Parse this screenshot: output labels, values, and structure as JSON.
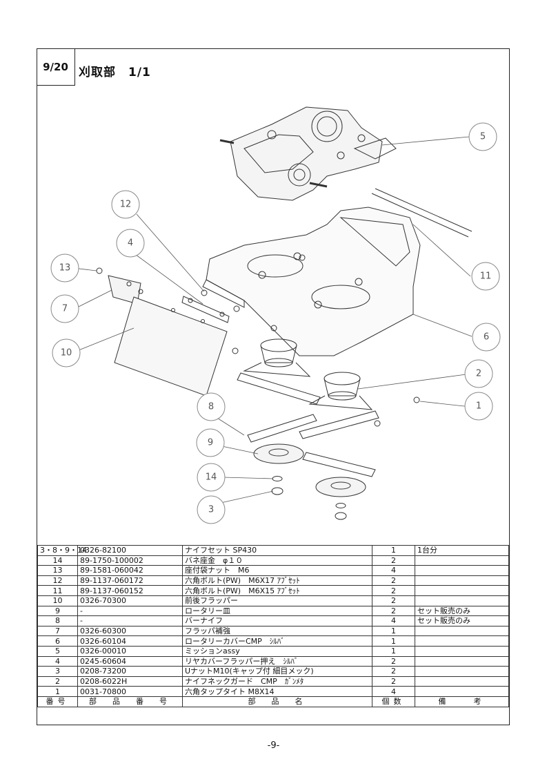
{
  "header": {
    "page_ref": "9/20",
    "title": "刈取部　1/1"
  },
  "callouts": [
    "1",
    "2",
    "3",
    "4",
    "5",
    "6",
    "7",
    "8",
    "9",
    "10",
    "11",
    "12",
    "13",
    "14"
  ],
  "parts_table": {
    "headers": {
      "no": "番号",
      "part_number": "部　品　番　号",
      "part_name": "部　品　名",
      "qty": "個数",
      "remarks": "備　　考"
    },
    "rows": [
      {
        "no": "3・8・9・14",
        "part_number": "0326-82100",
        "part_name": "ナイフセット SP430",
        "qty": "1",
        "remarks": "1台分"
      },
      {
        "no": "14",
        "part_number": "89-1750-100002",
        "part_name": "バネ座金　φ１０",
        "qty": "2",
        "remarks": ""
      },
      {
        "no": "13",
        "part_number": "89-1581-060042",
        "part_name": "座付袋ナット　M6",
        "qty": "4",
        "remarks": ""
      },
      {
        "no": "12",
        "part_number": "89-1137-060172",
        "part_name": "六角ボルト(PW)　M6X17 ｱﾌﾞｾｯﾄ",
        "qty": "2",
        "remarks": ""
      },
      {
        "no": "11",
        "part_number": "89-1137-060152",
        "part_name": "六角ボルト(PW)　M6X15 ｱﾌﾞｾｯﾄ",
        "qty": "2",
        "remarks": ""
      },
      {
        "no": "10",
        "part_number": "0326-70300",
        "part_name": "前後フラッパー",
        "qty": "2",
        "remarks": ""
      },
      {
        "no": "9",
        "part_number": "-",
        "part_name": "ロータリー皿",
        "qty": "2",
        "remarks": "セット販売のみ"
      },
      {
        "no": "8",
        "part_number": "-",
        "part_name": "バーナイフ",
        "qty": "4",
        "remarks": "セット販売のみ"
      },
      {
        "no": "7",
        "part_number": "0326-60300",
        "part_name": "フラッパ補強",
        "qty": "1",
        "remarks": ""
      },
      {
        "no": "6",
        "part_number": "0326-60104",
        "part_name": "ロータリーカバーCMP　ｼﾙﾊﾞ",
        "qty": "1",
        "remarks": ""
      },
      {
        "no": "5",
        "part_number": "0326-00010",
        "part_name": "ミッションassy",
        "qty": "1",
        "remarks": ""
      },
      {
        "no": "4",
        "part_number": "0245-60604",
        "part_name": "リヤカバーフラッパー押え　ｼﾙﾊﾞ",
        "qty": "2",
        "remarks": ""
      },
      {
        "no": "3",
        "part_number": "0208-73200",
        "part_name": "UナットM10(キャップ付 細目メック)",
        "qty": "2",
        "remarks": ""
      },
      {
        "no": "2",
        "part_number": "0208-6022H",
        "part_name": "ナイフネックガード　CMP　ｶﾞﾝﾒﾀ",
        "qty": "2",
        "remarks": ""
      },
      {
        "no": "1",
        "part_number": "0031-70800",
        "part_name": "六角タップタイト M8X14",
        "qty": "4",
        "remarks": ""
      }
    ]
  },
  "footer": {
    "page_number": "-9-"
  }
}
